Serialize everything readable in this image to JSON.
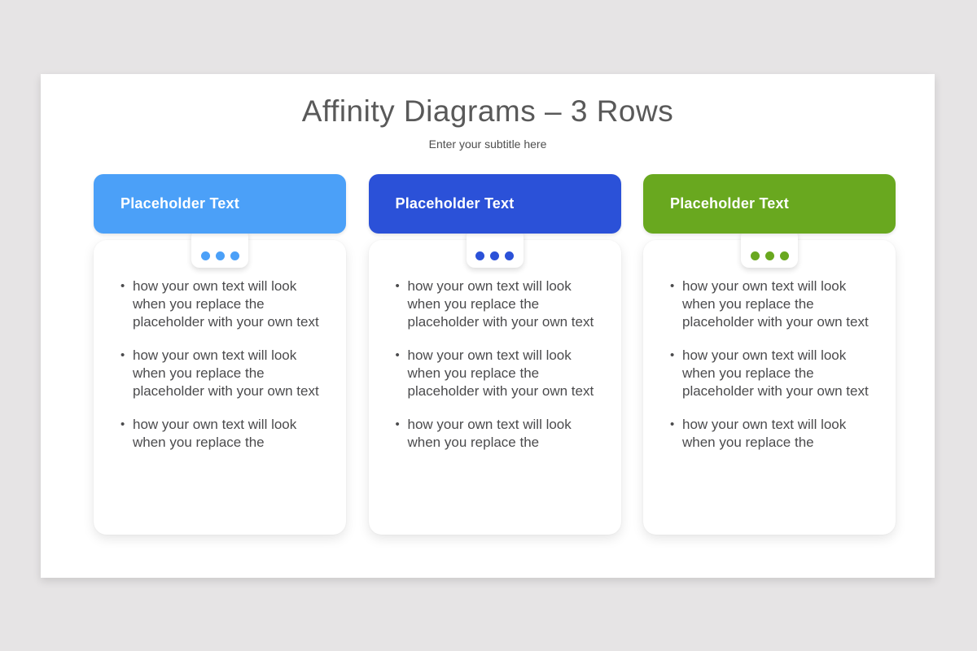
{
  "page": {
    "background_color": "#e6e4e5"
  },
  "slide": {
    "title": "Affinity Diagrams – 3 Rows",
    "subtitle": "Enter your subtitle here",
    "title_color": "#595959",
    "body_text_color": "#4b4b4d"
  },
  "columns": [
    {
      "header": "Placeholder Text",
      "accent": "#4ba0f8",
      "icon": "ellipsis-dots",
      "bullets": [
        "how your own text will look when you replace the placeholder with your own text",
        "how your own text will look when you replace the placeholder with your own text",
        "how your own text will look when you replace the"
      ]
    },
    {
      "header": "Placeholder Text",
      "accent": "#2b51d8",
      "icon": "ellipsis-dots",
      "bullets": [
        "how your own text will look when you replace the placeholder with your own text",
        "how your own text will look when you replace the placeholder with your own text",
        "how your own text will look when you replace the"
      ]
    },
    {
      "header": "Placeholder Text",
      "accent": "#69a81f",
      "icon": "ellipsis-dots",
      "bullets": [
        "how your own text will look when you replace the placeholder with your own text",
        "how your own text will look when you replace the placeholder with your own text",
        "how your own text will look when you replace the"
      ]
    }
  ]
}
